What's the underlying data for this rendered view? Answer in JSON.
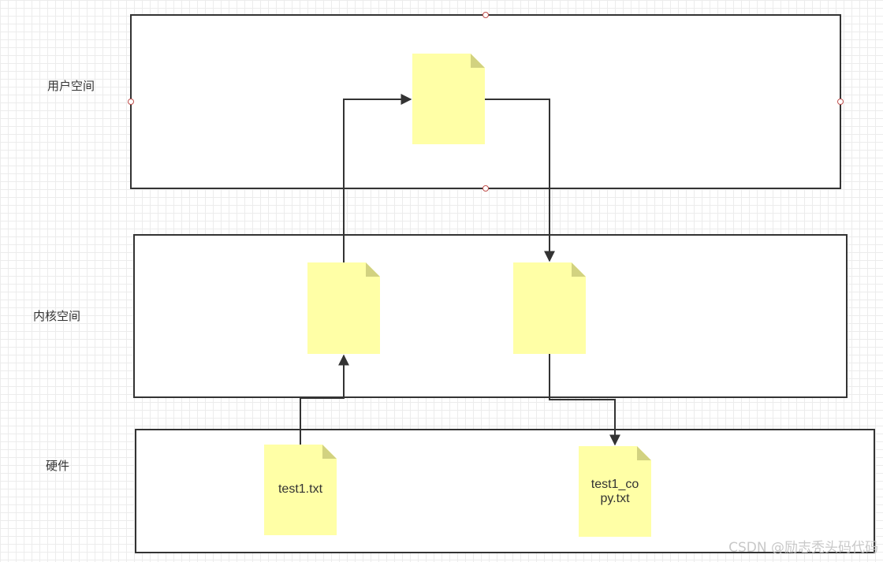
{
  "layers": {
    "user_space": "用户空间",
    "kernel_space": "内核空间",
    "hardware": "硬件"
  },
  "files": {
    "source": "test1.txt",
    "copy_line1": "test1_co",
    "copy_line2": "py.txt"
  },
  "watermark": "CSDN @励志秃头码代码",
  "colors": {
    "note_fill": "#ffffa6",
    "note_fold": "#d2d280",
    "stroke": "#333333",
    "handle": "#c0504d"
  }
}
